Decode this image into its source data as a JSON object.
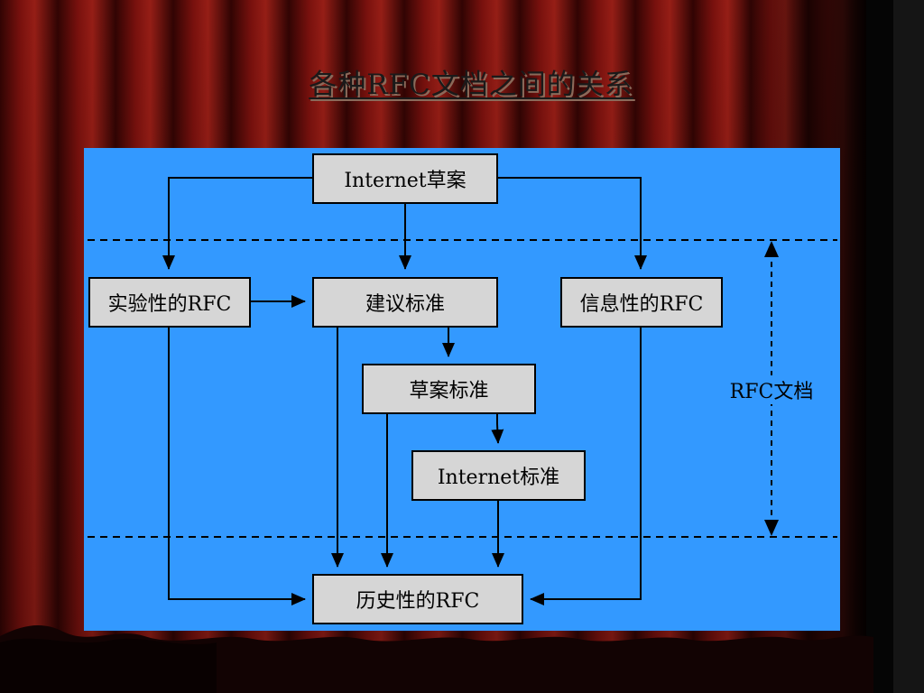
{
  "slide": {
    "title": "各种RFC文档之间的关系"
  },
  "diagram": {
    "nodes": {
      "internet_draft": "Internet草案",
      "experimental_rfc": "实验性的RFC",
      "proposed_standard": "建议标准",
      "informational_rfc": "信息性的RFC",
      "draft_standard": "草案标准",
      "internet_standard": "Internet标准",
      "historic_rfc": "历史性的RFC"
    },
    "side_label": "RFC文档"
  },
  "colors": {
    "panel_background": "#3399ff",
    "box_fill": "#d6d6d6",
    "curtain": "#7a0c0c"
  }
}
